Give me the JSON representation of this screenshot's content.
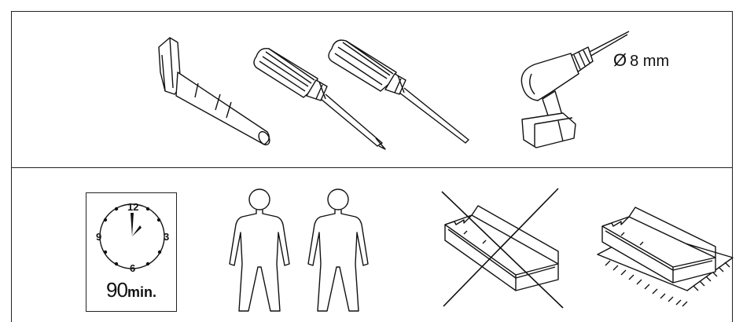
{
  "tools": {
    "icons": [
      "hammer-icon",
      "phillips-screwdriver-icon",
      "flathead-screwdriver-icon",
      "cordless-drill-icon"
    ],
    "drill_bit_symbol": "Ø",
    "drill_bit_size": "8 mm"
  },
  "requirements": {
    "clock": {
      "numbers": {
        "top": "12",
        "left": "9",
        "right": "3",
        "bottom": "6"
      },
      "duration_value": "90",
      "duration_unit": "min."
    },
    "icons": [
      "two-persons-icon",
      "crossed-out-box-on-floor-icon",
      "box-on-protective-surface-icon"
    ]
  }
}
